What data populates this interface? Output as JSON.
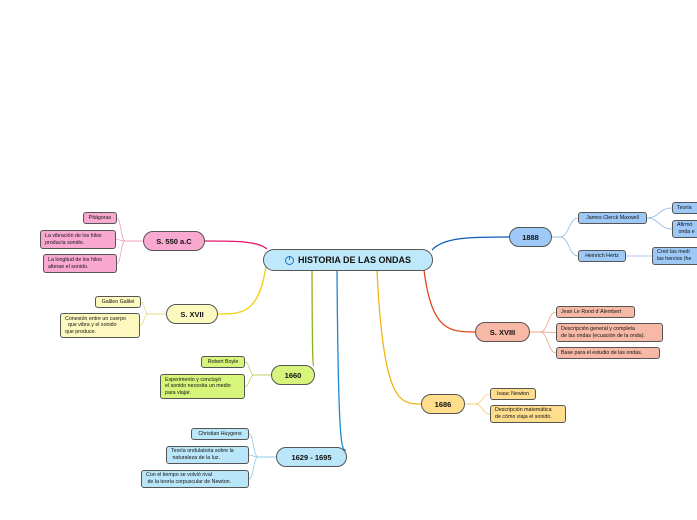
{
  "root": {
    "label": "HISTORIA DE LAS ONDAS",
    "color": "#bfe9fb"
  },
  "branches": [
    {
      "id": "s550",
      "label": "S. 550 a.C",
      "color": "#f9a9cf",
      "line": "#e0156b",
      "leafLine": "#f0a0c0",
      "leaves": [
        "Pitágoras",
        "La vibración de los hilos\nproducía sonido.",
        "La longitud de los hilos\naltera­e el sonido."
      ]
    },
    {
      "id": "sxvii",
      "label": "S. XVII",
      "color": "#fdf8bf",
      "line": "#f0d010",
      "leafLine": "#e9dc80",
      "leaves": [
        "Galileo Galilei",
        "Conexión entre un cuerpo\n  que vibra y el sonido\nque produce."
      ]
    },
    {
      "id": "y1660",
      "label": "1660",
      "color": "#d6f57a",
      "line": "#8ab416",
      "leafLine": "#b7d46a",
      "leaves": [
        "Robert Boyle",
        "Experimento y concluyó\nel sonido necesita un medio\npara viajar."
      ]
    },
    {
      "id": "y1629",
      "label": "1629 - 1695",
      "color": "#b9e6f8",
      "line": "#1e88d0",
      "leafLine": "#8ccae8",
      "leaves": [
        "Christian Huygens",
        "Teoría ondulatoria sobre la\n naturaleza de la luz.",
        "Con el tiempo se volvió rival\n de la teoría corpuscular de Newton."
      ]
    },
    {
      "id": "y1888",
      "label": "1888",
      "color": "#9ec9f7",
      "line": "#0b5bb3",
      "leafLine": "#8db8e3",
      "leaves": [
        "James Clerck Maxwell",
        "Heinrich Hertz"
      ],
      "subleaves": [
        "Teoría",
        "Afirmó\n onda e",
        "Creó las medi\nlas hercios (he"
      ]
    },
    {
      "id": "sxviii",
      "label": "S. XVIII",
      "color": "#f7b9a6",
      "line": "#e2491b",
      "leafLine": "#ec9e86",
      "leaves": [
        "Jean Le Rond d´Alembert",
        "Descripción general y completa\nde las ondas (ecuación de la onda).",
        "Base para el estudio de las ondas."
      ]
    },
    {
      "id": "y1686",
      "label": "1686",
      "color": "#fedd8c",
      "line": "#f0b310",
      "leafLine": "#efcd6d",
      "leaves": [
        "Isaac Newton",
        "Descripción matemática\nde cómo viaja el sonido."
      ]
    }
  ]
}
